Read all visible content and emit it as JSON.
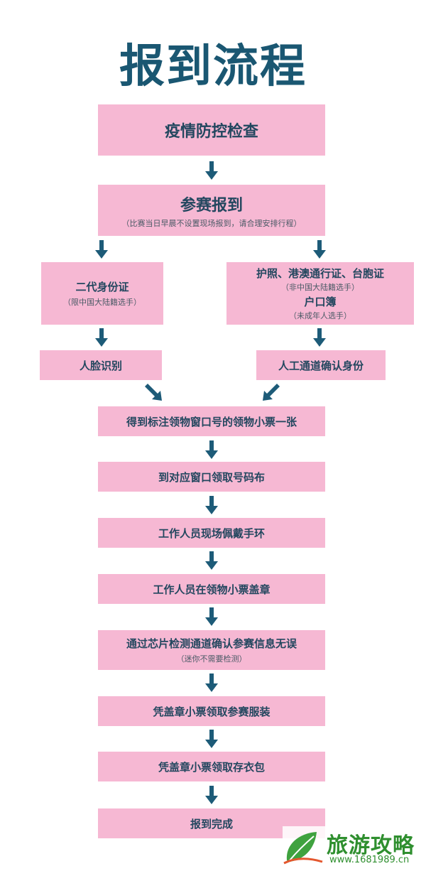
{
  "title": "报到流程",
  "steps": {
    "s1": {
      "label": "疫情防控检查"
    },
    "s2": {
      "label": "参赛报到",
      "note": "（比赛当日早晨不设置现场报到，请合理安排行程）"
    },
    "left1": {
      "label": "二代身份证",
      "note": "（限中国大陆籍选手）"
    },
    "right1": {
      "label": "护照、港澳通行证、台胞证",
      "note": "（非中国大陆籍选手）",
      "label2": "户口簿",
      "note2": "（未成年人选手）"
    },
    "left2": {
      "label": "人脸识别"
    },
    "right2": {
      "label": "人工通道确认身份"
    },
    "s3": {
      "label": "得到标注领物窗口号的领物小票一张"
    },
    "s4": {
      "label": "到对应窗口领取号码布"
    },
    "s5": {
      "label": "工作人员现场佩戴手环"
    },
    "s6": {
      "label": "工作人员在领物小票盖章"
    },
    "s7": {
      "label": "通过芯片检测通道确认参赛信息无误",
      "note": "（迷你不需要检测）"
    },
    "s8": {
      "label": "凭盖章小票领取参赛服装"
    },
    "s9": {
      "label": "凭盖章小票领取存衣包"
    },
    "s10": {
      "label": "报到完成"
    }
  },
  "watermark": {
    "text": "旅游攻略",
    "url": "www.1681989.cn"
  },
  "colors": {
    "box": "#f6b8d3",
    "title": "#1a5772",
    "arrow": "#1d5b78",
    "text": "#23475f",
    "watermark": "#2f8f2f"
  }
}
